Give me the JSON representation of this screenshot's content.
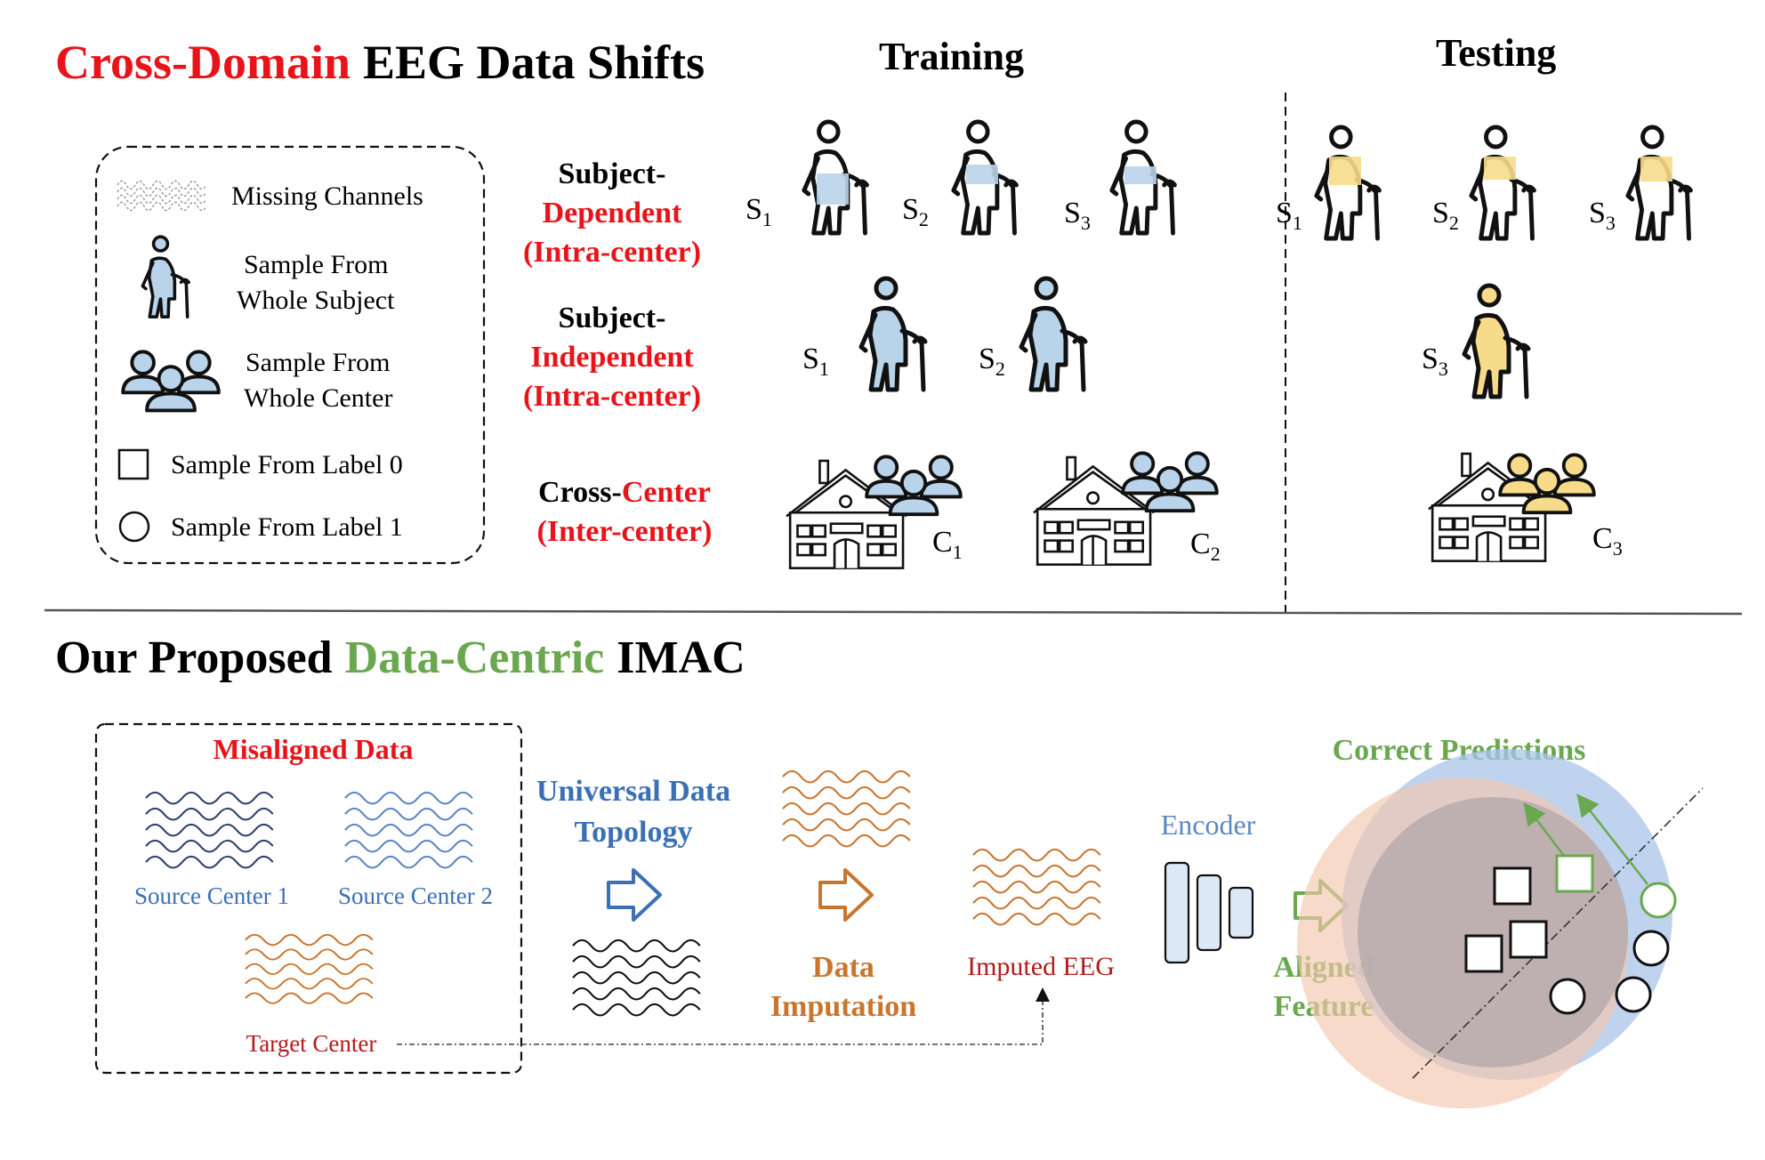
{
  "colors": {
    "red": "#e8141a",
    "dark_red": "#b01c1c",
    "green": "#6aa84f",
    "blue": "#3b6fb6",
    "orange": "#c8762e",
    "person_blue": "#b9d3ea",
    "person_yellow": "#f6dc8a"
  },
  "top": {
    "title_red": "Cross-Domain",
    "title_rest": "EEG Data Shifts",
    "training": "Training",
    "testing": "Testing",
    "legend": {
      "missing_channels": "Missing Channels",
      "whole_subject_l1": "Sample From",
      "whole_subject_l2": "Whole Subject",
      "whole_center_l1": "Sample From",
      "whole_center_l2": "Whole Center",
      "label0": "Sample From Label 0",
      "label1": "Sample From Label 1"
    },
    "rows": {
      "dep_l1": "Subject-",
      "dep_l2": "Dependent",
      "dep_l3": "(Intra-center)",
      "ind_l1": "Subject-",
      "ind_l2": "Independent",
      "ind_l3": "(Intra-center)",
      "cross_black": "Cross-",
      "cross_red": "Center",
      "cross_l2": "(Inter-center)"
    },
    "subjects": {
      "s": "S",
      "one": "1",
      "two": "2",
      "three": "3"
    },
    "centers": {
      "c": "C",
      "one": "1",
      "two": "2",
      "three": "3"
    }
  },
  "bottom": {
    "title_black1": "Our Proposed",
    "title_green": "Data-Centric",
    "title_black2": "IMAC",
    "misaligned": "Misaligned Data",
    "source1": "Source Center 1",
    "source2": "Source Center 2",
    "target": "Target Center",
    "topology_l1": "Universal Data",
    "topology_l2": "Topology",
    "imputation_l1": "Data",
    "imputation_l2": "Imputation",
    "imputed_eeg": "Imputed EEG",
    "encoder": "Encoder",
    "aligned_l1": "Aligned",
    "aligned_l2": "Feature",
    "correct": "Correct Predictions"
  }
}
